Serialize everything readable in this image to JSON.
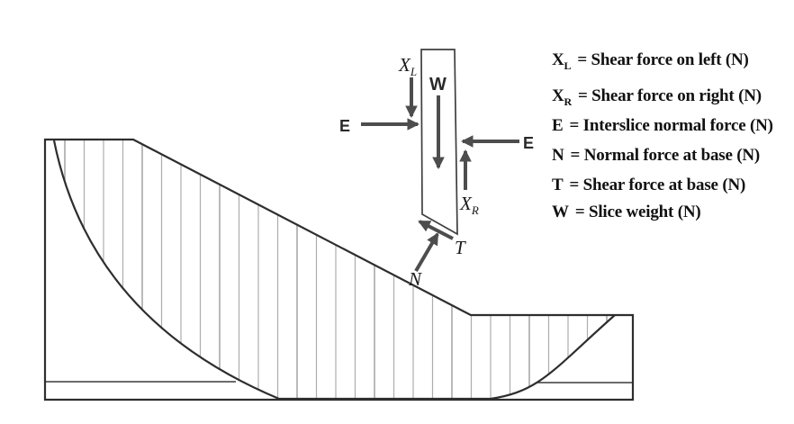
{
  "figure": {
    "background": "#ffffff",
    "outline_color": "#2e2e2e",
    "hatch_color": "#adadad",
    "hatch_color_dark": "#8b8b8b",
    "arrow_color": "#4d4d4d",
    "text_color": "#111111"
  },
  "fbd": {
    "xl": {
      "main": "X",
      "sub": "L"
    },
    "xr": {
      "main": "X",
      "sub": "R"
    },
    "w": "W",
    "e_left": "E",
    "e_right": "E",
    "t": "T",
    "n": "N"
  },
  "legend": {
    "items": [
      {
        "symbol": "X",
        "subscript": "L",
        "text": "= Shear force on left (N)"
      },
      {
        "symbol": "X",
        "subscript": "R",
        "text": "= Shear force on right (N)"
      },
      {
        "symbol": "E",
        "subscript": "",
        "text": "= Interslice normal force (N)"
      },
      {
        "symbol": "N",
        "subscript": "",
        "text": "= Normal force at base (N)"
      },
      {
        "symbol": "T",
        "subscript": "",
        "text": "= Shear force at base (N)"
      },
      {
        "symbol": "W",
        "subscript": "",
        "text": "= Slice weight (N)"
      }
    ]
  }
}
